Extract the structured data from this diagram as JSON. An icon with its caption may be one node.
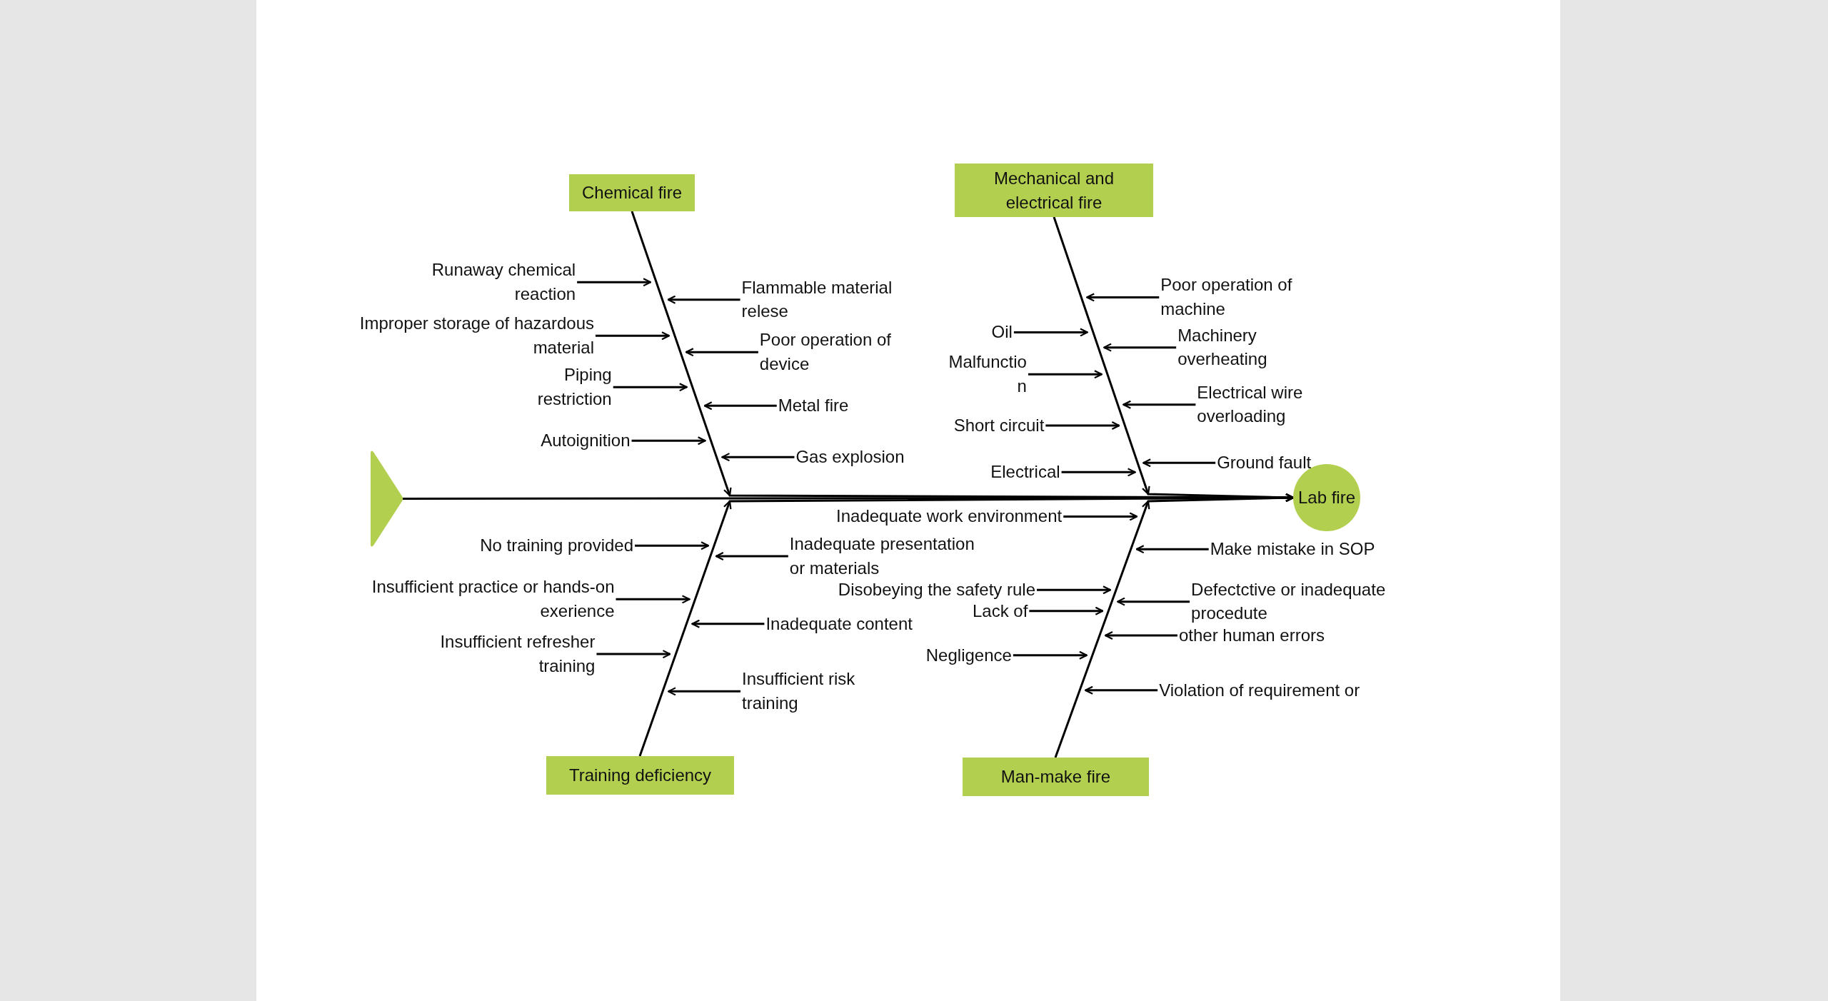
{
  "diagram": {
    "nodes": [
      {
        "text": [],
        "shape": "triangle"
      },
      {
        "text": [
          "Chemical fire"
        ]
      },
      {
        "text": [
          "Mechanical and electrical fire"
        ]
      },
      {
        "text": [
          "Lab fire"
        ]
      },
      {
        "text": [
          "Training deficiency"
        ]
      },
      {
        "text": [
          "Man-make fire"
        ]
      },
      {
        "text": [
          "Runaway chemical reaction"
        ]
      },
      {
        "text": [
          "Flammable material relese"
        ]
      },
      {
        "text": [
          "Improper storage of hazardous material"
        ]
      },
      {
        "text": [
          "Poor operation of device"
        ]
      },
      {
        "text": [
          "Piping restriction"
        ]
      },
      {
        "text": [
          "Metal fire"
        ]
      },
      {
        "text": [
          "Autoignition"
        ]
      },
      {
        "text": [
          "Gas explosion"
        ]
      },
      {
        "text": [
          "Poor operation of machine"
        ]
      },
      {
        "text": [
          "Oil"
        ]
      },
      {
        "text": [
          "Machinery overheating"
        ]
      },
      {
        "text": [
          "Malfunctio n"
        ]
      },
      {
        "text": [
          "Electrical wire overloading"
        ]
      },
      {
        "text": [
          "Short circuit"
        ]
      },
      {
        "text": [
          "Ground fault"
        ]
      },
      {
        "text": [
          "Electrical"
        ]
      },
      {
        "text": [
          "No training provided"
        ]
      },
      {
        "text": [
          "Inadequate presentation or materials"
        ]
      },
      {
        "text": [
          "Insufficient practice or hands-on exerience"
        ]
      },
      {
        "text": [
          "Inadequate content"
        ]
      },
      {
        "text": [
          "Insufficient refresher training"
        ]
      },
      {
        "text": [
          "Insufficient risk training"
        ]
      },
      {
        "text": [
          "Inadequate work environment"
        ]
      },
      {
        "text": [
          "Make mistake in SOP"
        ]
      },
      {
        "text": [
          "Disobeying the safety rule"
        ]
      },
      {
        "text": [
          "Defectctive or inadequate procedute"
        ]
      },
      {
        "text": [
          "Lack of"
        ]
      },
      {
        "text": [
          "other human errors"
        ]
      },
      {
        "text": [
          "Negligence"
        ]
      },
      {
        "text": [
          "Violation of requirement or"
        ]
      }
    ],
    "edges": [
      {
        "from": 0,
        "to": 3,
        "arrow": "to"
      },
      {
        "from": 1,
        "to": 3,
        "arrow": "to"
      },
      {
        "from": 2,
        "to": 3,
        "arrow": "to"
      },
      {
        "from": 4,
        "to": 3,
        "arrow": "to"
      },
      {
        "from": 5,
        "to": 3,
        "arrow": "to"
      },
      {
        "from": 6,
        "to": null,
        "arrow": "to"
      },
      {
        "from": 7,
        "to": null,
        "arrow": "to"
      },
      {
        "from": 8,
        "to": null,
        "arrow": "to"
      },
      {
        "from": 9,
        "to": null,
        "arrow": "to"
      },
      {
        "from": 10,
        "to": null,
        "arrow": "to"
      },
      {
        "from": 11,
        "to": null,
        "arrow": "to"
      },
      {
        "from": 12,
        "to": null,
        "arrow": "to"
      },
      {
        "from": 13,
        "to": null,
        "arrow": "to"
      },
      {
        "from": 14,
        "to": null,
        "arrow": "to"
      },
      {
        "from": 15,
        "to": null,
        "arrow": "to"
      },
      {
        "from": 16,
        "to": null,
        "arrow": "to"
      },
      {
        "from": 17,
        "to": null,
        "arrow": "to"
      },
      {
        "from": 18,
        "to": null,
        "arrow": "to"
      },
      {
        "from": 19,
        "to": null,
        "arrow": "to"
      },
      {
        "from": 20,
        "to": null,
        "arrow": "to"
      },
      {
        "from": 21,
        "to": null,
        "arrow": "to"
      },
      {
        "from": 22,
        "to": null,
        "arrow": "to"
      },
      {
        "from": 23,
        "to": null,
        "arrow": "to"
      },
      {
        "from": 24,
        "to": null,
        "arrow": "to"
      },
      {
        "from": 25,
        "to": null,
        "arrow": "to"
      },
      {
        "from": 26,
        "to": null,
        "arrow": "to"
      },
      {
        "from": 27,
        "to": null,
        "arrow": "to"
      },
      {
        "from": 28,
        "to": null,
        "arrow": "to"
      },
      {
        "from": 29,
        "to": null,
        "arrow": "to"
      },
      {
        "from": 30,
        "to": null,
        "arrow": "to"
      },
      {
        "from": 31,
        "to": null,
        "arrow": "to"
      },
      {
        "from": 32,
        "to": null,
        "arrow": "to"
      },
      {
        "from": 33,
        "to": null,
        "arrow": "to"
      },
      {
        "from": 34,
        "to": null,
        "arrow": "to"
      },
      {
        "from": 35,
        "to": null,
        "arrow": "to"
      }
    ]
  }
}
